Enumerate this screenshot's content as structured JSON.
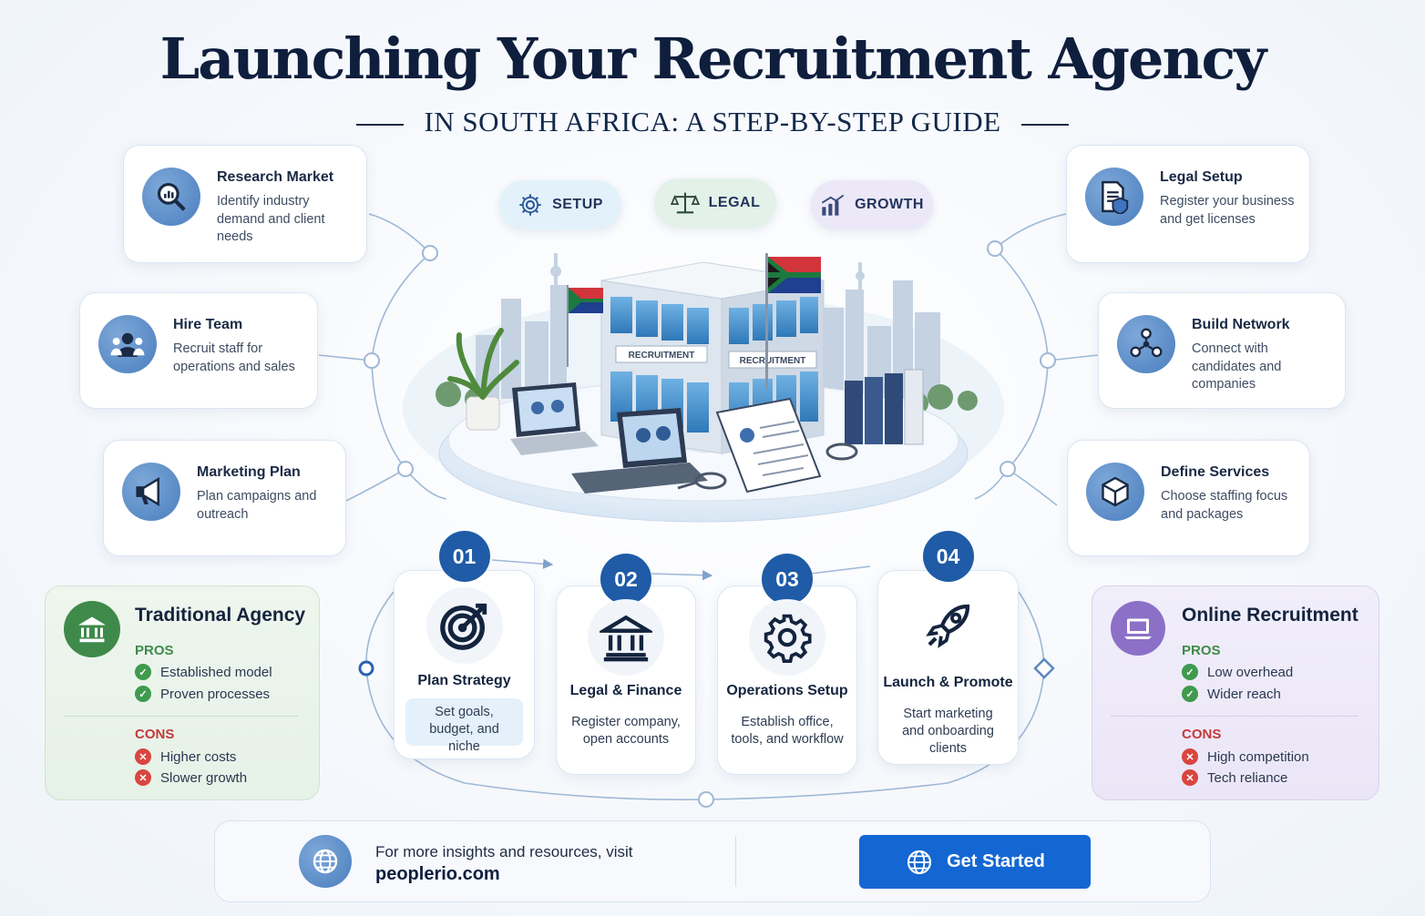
{
  "header": {
    "title": "Launching Your Recruitment Agency",
    "subtitle": "IN SOUTH AFRICA: A STEP-BY-STEP GUIDE"
  },
  "tags": [
    {
      "label": "SETUP",
      "icon": "gear-icon",
      "color": "#e3f1fb"
    },
    {
      "label": "LEGAL",
      "icon": "scales-icon",
      "color": "#e3f2e8"
    },
    {
      "label": "GROWTH",
      "icon": "growth-chart-icon",
      "color": "#ece8f8"
    }
  ],
  "left_cards": [
    {
      "title": "Research Market",
      "desc": "Identify industry demand and client needs",
      "icon": "magnifier-chart-icon"
    },
    {
      "title": "Hire Team",
      "desc": "Recruit staff for operations and sales",
      "icon": "team-icon"
    },
    {
      "title": "Marketing Plan",
      "desc": "Plan campaigns and outreach",
      "icon": "megaphone-icon"
    }
  ],
  "right_cards": [
    {
      "title": "Legal Setup",
      "desc": "Register your business and get licenses",
      "icon": "document-shield-icon"
    },
    {
      "title": "Build Network",
      "desc": "Connect with candidates and companies",
      "icon": "network-icon"
    },
    {
      "title": "Define Services",
      "desc": "Choose staffing focus and packages",
      "icon": "box-icon"
    }
  ],
  "building": {
    "signs": [
      "RECRUITMENT",
      "RECRUITMENT"
    ]
  },
  "steps": [
    {
      "num": "01",
      "title": "Plan Strategy",
      "desc": "Set goals, budget, and niche",
      "icon": "target-icon"
    },
    {
      "num": "02",
      "title": "Legal & Finance",
      "desc": "Register company, open accounts",
      "icon": "bank-icon"
    },
    {
      "num": "03",
      "title": "Operations Setup",
      "desc": "Establish office, tools, and workflow",
      "icon": "gear-icon"
    },
    {
      "num": "04",
      "title": "Launch & Promote",
      "desc": "Start marketing and onboarding clients",
      "icon": "rocket-icon"
    }
  ],
  "traditional": {
    "title": "Traditional Agency",
    "pros_label": "PROS",
    "pros": [
      "Established model",
      "Proven processes"
    ],
    "cons_label": "CONS",
    "cons": [
      "Higher costs",
      "Slower growth"
    ],
    "accent": "#3f8a4a"
  },
  "online": {
    "title": "Online Recruitment",
    "pros_label": "PROS",
    "pros": [
      "Low overhead",
      "Wider reach"
    ],
    "cons_label": "CONS",
    "cons": [
      "High competition",
      "Tech reliance"
    ],
    "accent": "#8c70c8"
  },
  "footer": {
    "text": "For more insights and resources, visit",
    "link": "peoplerio.com",
    "button": "Get Started",
    "button_color": "#1467d2"
  }
}
